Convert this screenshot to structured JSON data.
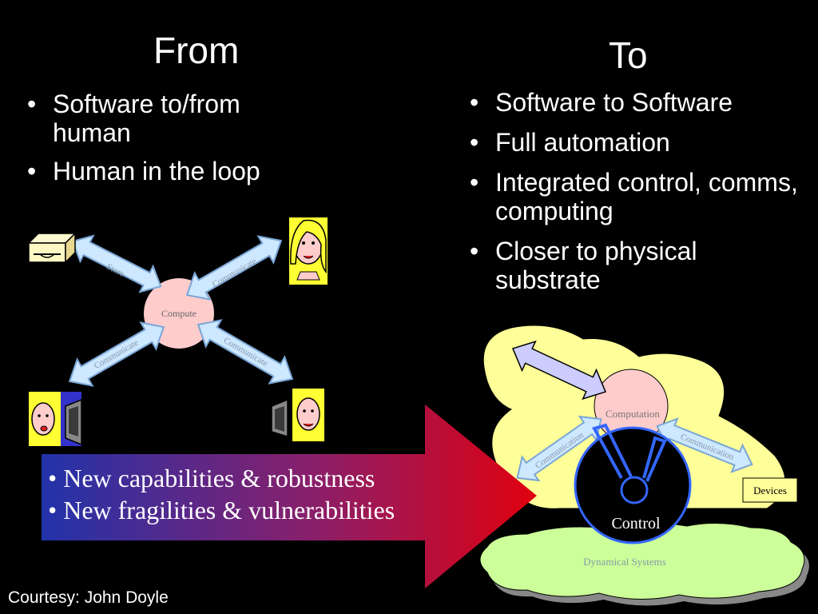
{
  "from": {
    "title": "From",
    "bullets": [
      "Software to/from human",
      "Human in the loop"
    ]
  },
  "to": {
    "title": "To",
    "bullets": [
      "Software to Software",
      "Full automation",
      "Integrated control, comms, computing",
      "Closer to physical substrate"
    ]
  },
  "left_diagram": {
    "compute": "Compute",
    "store": "Store",
    "communicate": "Communicate"
  },
  "right_diagram": {
    "computation": "Computation",
    "communication": "Communication",
    "devices": "Devices",
    "control": "Control",
    "dynamical": "Dynamical Systems"
  },
  "arrow": {
    "lines": [
      "• New capabilities & robustness",
      "• New fragilities & vulnerabilities"
    ]
  },
  "courtesy": "Courtesy: John Doyle",
  "colors": {
    "arrow_light_blue": "#cde8ff",
    "compute_pink": "#ffcccc",
    "cloud_yellow": "#ffff99",
    "cloud_green": "#ccff99",
    "control_blue": "#3366ff",
    "big_arrow_start": "#2233aa",
    "big_arrow_end": "#dd0011"
  }
}
